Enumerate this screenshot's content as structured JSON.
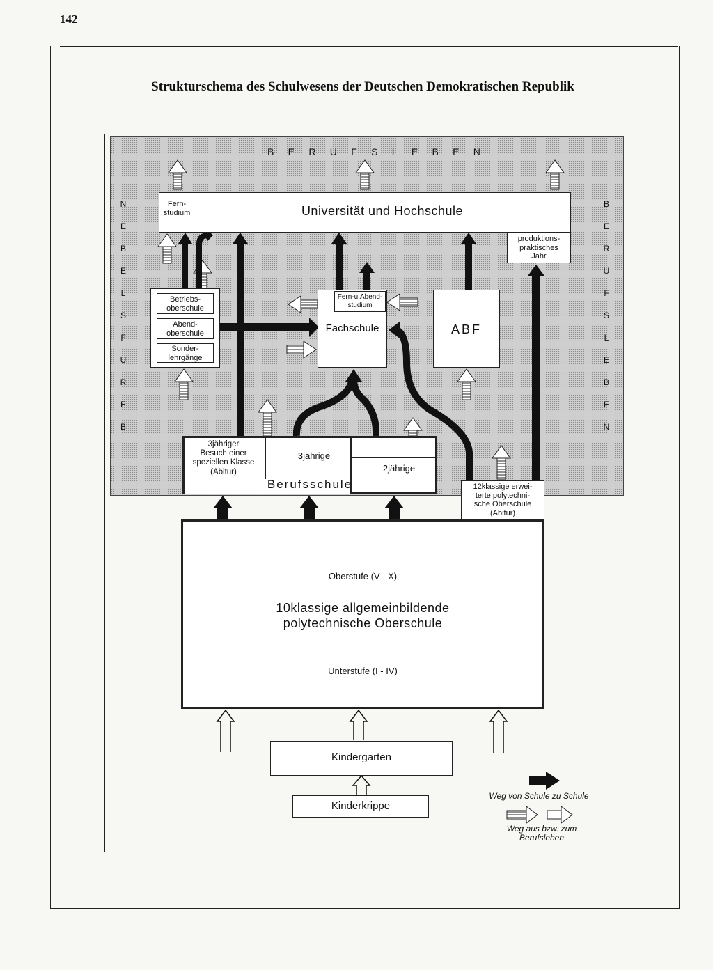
{
  "page_number": "142",
  "title": "Strukturschema des Schulwesens der Deutschen Demokratischen Republik",
  "edge_labels": {
    "top": [
      "B",
      "E",
      "R",
      "U",
      "F",
      "S",
      "L",
      "E",
      "B",
      "E",
      "N"
    ],
    "left": [
      "N",
      "E",
      "B",
      "E",
      "L",
      "S",
      "F",
      "U",
      "R",
      "E",
      "B"
    ],
    "right": [
      "B",
      "E",
      "R",
      "U",
      "F",
      "S",
      "L",
      "E",
      "B",
      "E",
      "N"
    ]
  },
  "nodes": {
    "fernstudium": "Fern-\nstudium",
    "universitaet": "Universität und Hochschule",
    "produktionsjahr": "produktions-\npraktisches\nJahr",
    "betriebsoberschule": "Betriebs-\noberschule",
    "abendoberschule": "Abend-\noberschule",
    "sonderlehrgaenge": "Sonder-\nlehrgänge",
    "fern_abendstudium": "Fern-u.Abend-\nstudium",
    "fachschule": "Fachschule",
    "abf": "ABF",
    "spezielle_klasse": "3jähriger\nBesuch einer\nspeziellen Klasse\n(Abitur)",
    "dreijaehrige": "3jährige",
    "zweijaehrige": "2jährige",
    "berufsschule": "Berufsschule",
    "erweiterte_oberschule": "12klassige erwei-\nterte polytechni-\nsche Oberschule\n(Abitur)",
    "oberstufe": "Oberstufe (V - X)",
    "oberschule_line1": "10klassige allgemeinbildende",
    "oberschule_line2": "polytechnische Oberschule",
    "unterstufe": "Unterstufe (I - IV)",
    "kindergarten": "Kindergarten",
    "kinderkrippe": "Kinderkrippe"
  },
  "legend": {
    "solid_arrow": "Weg von Schule zu Schule",
    "hatched_arrow": "Weg aus bzw. zum\nBerufsleben"
  }
}
